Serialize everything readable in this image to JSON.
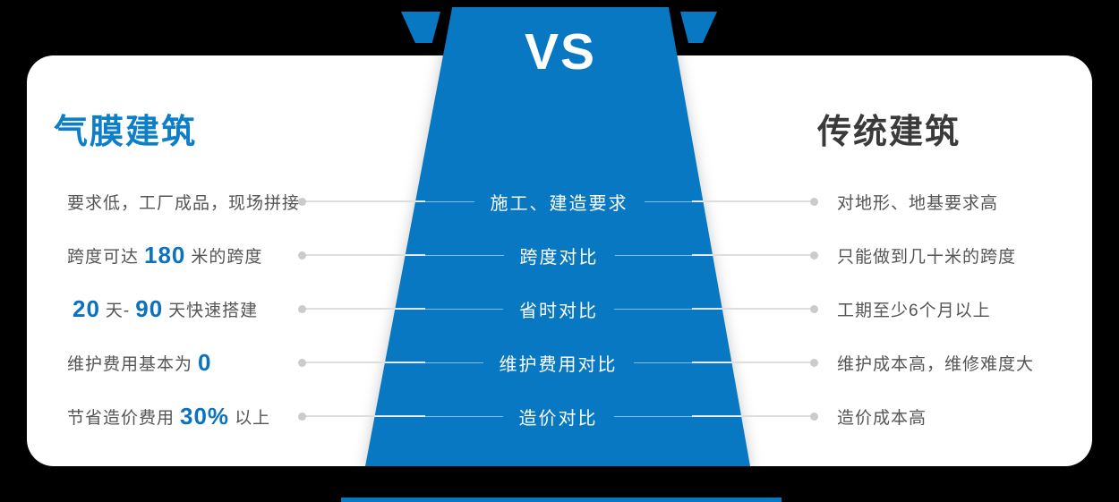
{
  "vs_label": "VS",
  "left_panel": {
    "title": "气膜建筑"
  },
  "right_panel": {
    "title": "传统建筑"
  },
  "colors": {
    "primary_blue": "#0878c2",
    "title_blue": "#0d7ec8",
    "number_blue": "#0b72bf",
    "body_text_gray": "#555555",
    "title_dark": "#3a3a3a",
    "connector_gray": "#dedede",
    "card_white": "#ffffff",
    "background": "#000000"
  },
  "rows": [
    {
      "left": [
        {
          "t": "要求低，工厂成品，现场拼接"
        }
      ],
      "center": "施工、建造要求",
      "right": "对地形、地基要求高"
    },
    {
      "left": [
        {
          "t": "跨度可达"
        },
        {
          "t": "180",
          "em": true
        },
        {
          "t": "米的跨度"
        }
      ],
      "center": "跨度对比",
      "right": "只能做到几十米的跨度"
    },
    {
      "left": [
        {
          "t": "20",
          "em": true
        },
        {
          "t": "天-"
        },
        {
          "t": "90",
          "em": true
        },
        {
          "t": "天快速搭建"
        }
      ],
      "center": "省时对比",
      "right": "工期至少6个月以上"
    },
    {
      "left": [
        {
          "t": "维护费用基本为"
        },
        {
          "t": "0",
          "em": true
        }
      ],
      "center": "维护费用对比",
      "right": "维护成本高，维修难度大"
    },
    {
      "left": [
        {
          "t": "节省造价费用"
        },
        {
          "t": "30%",
          "em": true
        },
        {
          "t": "以上"
        }
      ],
      "center": "造价对比",
      "right": "造价成本高"
    }
  ]
}
